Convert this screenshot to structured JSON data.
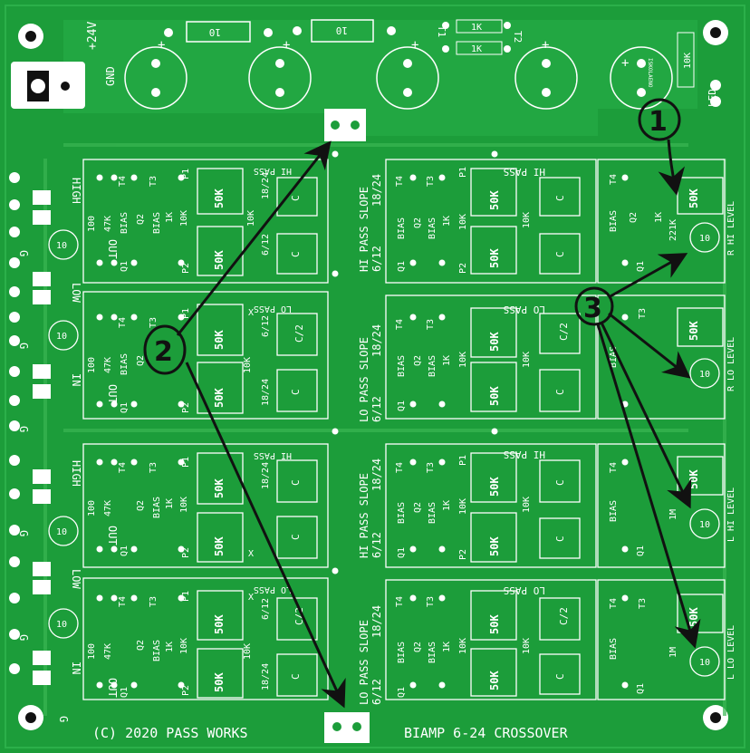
{
  "board": {
    "colors": {
      "pcb": "#1c9d3a",
      "pcb_dark": "#158331",
      "trace": "#3bb653",
      "silk": "#ffffff",
      "pad": "#f4f4f4",
      "hole": "#111111",
      "arrow": "#111111"
    },
    "footer_left": "(C) 2020 PASS WORKS",
    "footer_right": "BIAMP 6-24 CROSSOVER",
    "power": {
      "plus24": "+24V",
      "gnd": "GND",
      "res1": "10",
      "res2": "10",
      "t1": "T1",
      "t2": "T2",
      "r1k_a": "1K",
      "r1k_b": "1K",
      "r10k": "10K",
      "led": "LED+",
      "cap_plus": "+",
      "cap_text": "ISKOLAENO"
    },
    "row_labels": {
      "slope_hi": "HI PASS SLOPE",
      "slope_lo": "LO PASS SLOPE",
      "sel_a": "6/12",
      "sel_b": "18/24",
      "hi_pass": "HI PASS",
      "lo_pass": "LO PASS"
    },
    "side_labels": {
      "high": "HIGH",
      "low": "LOW",
      "in": "IN",
      "out": "OUT",
      "g": "G"
    },
    "parts": {
      "r100": "100",
      "r47k": "47K",
      "r1k": "1K",
      "r10k": "10K",
      "r221k": "221K",
      "bias": "BIAS",
      "q1": "Q1",
      "q2": "Q2",
      "t3": "T3",
      "t4": "T4",
      "p1": "P1",
      "p2": "P2",
      "pot": "50K",
      "c": "C",
      "c2": "C/2",
      "x": "X",
      "d10": "10",
      "r1m": "1M"
    },
    "level_labels": [
      "R HI LEVEL",
      "R LO LEVEL",
      "L HI LEVEL",
      "L LO LEVEL"
    ],
    "annotations": [
      "1",
      "2",
      "3"
    ]
  }
}
